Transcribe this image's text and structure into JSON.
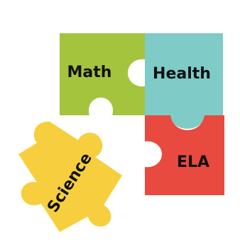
{
  "pieces": {
    "math": {
      "label": "Math",
      "color": "#a4c43d"
    },
    "health": {
      "label": "Health",
      "color": "#7ecbc7"
    },
    "ela": {
      "label": "ELA",
      "color": "#e84a3f"
    },
    "science": {
      "label": "Science",
      "color": "#f7cf3e"
    }
  },
  "background": "#ffffff",
  "text_color": "#111111"
}
